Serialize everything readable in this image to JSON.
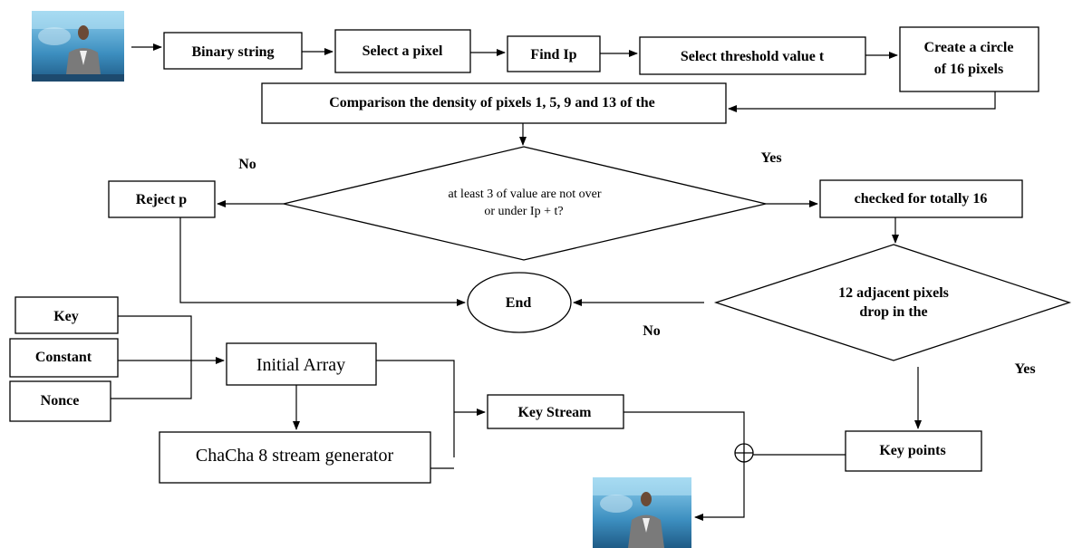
{
  "nodes": {
    "binary": "Binary string",
    "select_pixel": "Select a pixel",
    "find_ip": "Find Ip",
    "threshold": "Select threshold value t",
    "circle_line1": "Create a circle",
    "circle_line2": "of 16 pixels",
    "comparison": "Comparison the density of pixels 1, 5, 9 and 13 of the",
    "decision1_line1": "at least 3 of value are not over",
    "decision1_line2": "or under Ip + t?",
    "reject": "Reject p",
    "checked": "checked for totally 16",
    "end": "End",
    "decision2_line1": "12 adjacent pixels",
    "decision2_line2": "drop in the",
    "key": "Key",
    "constant": "Constant",
    "nonce": "Nonce",
    "initial_array": "Initial Array",
    "chacha": "ChaCha 8 stream generator",
    "key_stream": "Key Stream",
    "key_points": "Key points"
  },
  "labels": {
    "no1": "No",
    "yes1": "Yes",
    "no2": "No",
    "yes2": "Yes"
  },
  "icons": {
    "xor": "xor-circle-plus-icon",
    "input_image": "news-anchor-thumbnail",
    "output_image": "news-anchor-thumbnail"
  }
}
